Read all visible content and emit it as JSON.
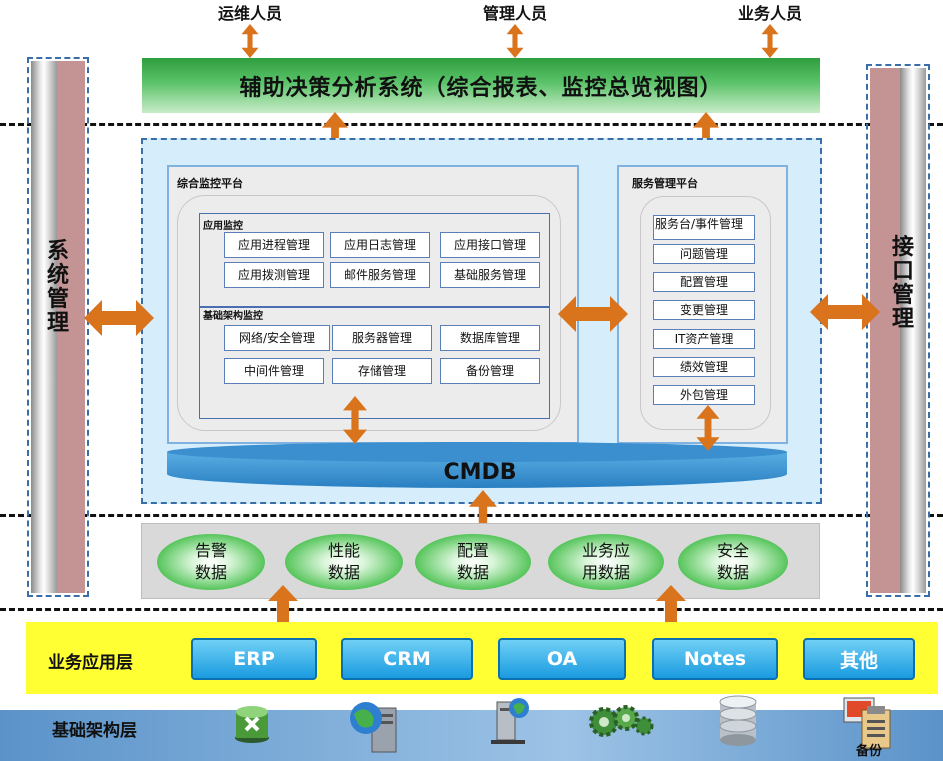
{
  "roles": [
    "运维人员",
    "管理人员",
    "业务人员"
  ],
  "top_system": "辅助决策分析系统（综合报表、监控总览视图）",
  "left_side": "系统管理",
  "right_side": "接口管理",
  "monitor_platform": {
    "title": "综合监控平台",
    "app_group": {
      "title": "应用监控",
      "items": [
        "应用进程管理",
        "应用日志管理",
        "应用接口管理",
        "应用拨测管理",
        "邮件服务管理",
        "基础服务管理"
      ]
    },
    "infra_group": {
      "title": "基础架构监控",
      "items": [
        "网络/安全管理",
        "服务器管理",
        "数据库管理",
        "中间件管理",
        "存储管理",
        "备份管理"
      ]
    }
  },
  "service_platform": {
    "title": "服务管理平台",
    "items": [
      "服务台/事件管理",
      "问题管理",
      "配置管理",
      "变更管理",
      "IT资产管理",
      "绩效管理",
      "外包管理"
    ]
  },
  "cmdb": "CMDB",
  "data_sources": [
    "告警数据",
    "性能数据",
    "配置数据",
    "业务应用数据",
    "安全数据"
  ],
  "business_layer": {
    "label": "业务应用层",
    "apps": [
      "ERP",
      "CRM",
      "OA",
      "Notes",
      "其他"
    ]
  },
  "infra_layer": {
    "label": "基础架构层",
    "icons": [
      "security-device-icon",
      "web-server-icon",
      "network-server-icon",
      "middleware-gears-icon",
      "database-icon",
      "backup-icon"
    ],
    "partial_label": "备份"
  },
  "colors": {
    "arrow": "#d9731c",
    "title_bar": "#2e9e3e",
    "frame": "#3a6ea8",
    "business_band": "#ffff33",
    "button": "#1a9be0",
    "cmdb": "#3b8fcf"
  }
}
